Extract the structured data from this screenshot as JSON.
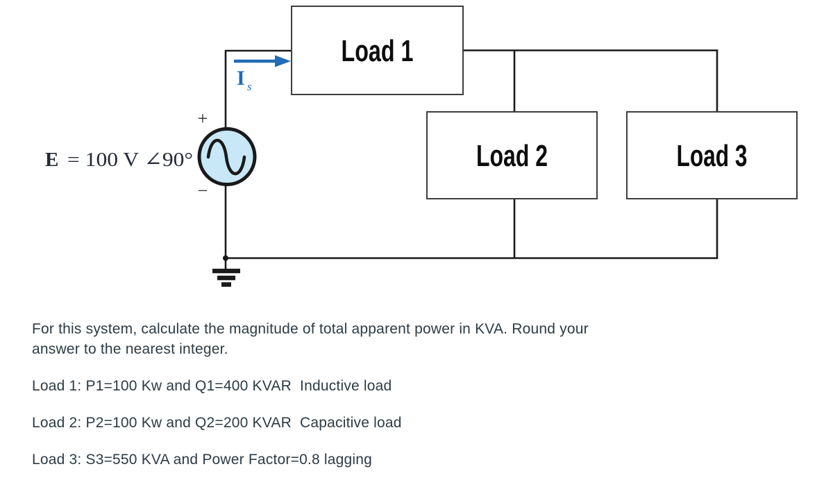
{
  "diagram": {
    "voltage_source": {
      "symbol": "E",
      "value": "= 100 V ∠90°",
      "polarity_plus": "+",
      "polarity_minus": "−"
    },
    "source_current": {
      "symbol": "I",
      "subscript": "s"
    },
    "loads": {
      "load1": "Load 1",
      "load2": "Load 2",
      "load3": "Load 3"
    },
    "colors": {
      "wire": "#1a1a1a",
      "box_stroke": "#3d3d3d",
      "source_fill": "#c8e7f7",
      "current_blue": "#1f6cb8",
      "source_label": "#232936"
    }
  },
  "question": {
    "prompt": "For this system, calculate the magnitude of total apparent power in KVA. Round your\nanswer to the nearest integer.",
    "lines": [
      "Load 1: P1=100 Kw and Q1=400 KVAR  Inductive load",
      "Load 2: P2=100 Kw and Q2=200 KVAR  Capacitive load",
      "Load 3: S3=550 KVA and Power Factor=0.8 lagging"
    ],
    "text_color": "#2d3b45"
  }
}
